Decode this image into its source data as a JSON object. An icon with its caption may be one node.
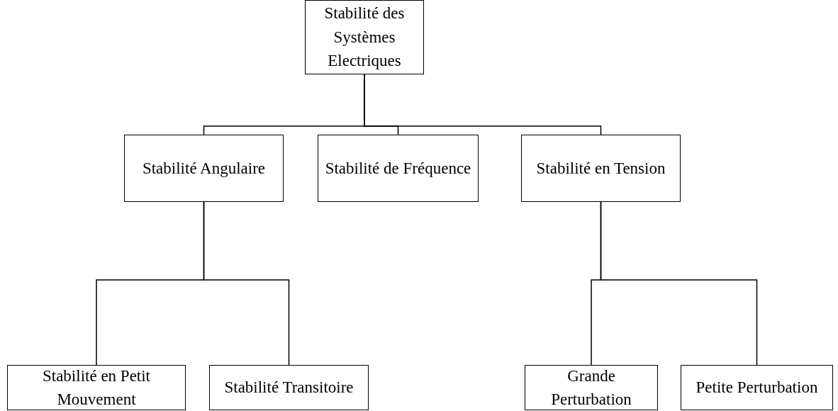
{
  "diagram": {
    "nodes": [
      {
        "text": [
          "Stabilité des Systèmes Electriques"
        ]
      },
      {
        "text": [
          "Stabilité Angulaire"
        ]
      },
      {
        "text": [
          "Stabilité de Fréquence"
        ]
      },
      {
        "text": [
          "Stabilité en Tension"
        ]
      },
      {
        "text": [
          "Stabilité en Petit Mouvement"
        ]
      },
      {
        "text": [
          "Stabilité Transitoire"
        ]
      },
      {
        "text": [
          "Grande Perturbation"
        ]
      },
      {
        "text": [
          "Petite Perturbation"
        ]
      }
    ],
    "edges": [
      {
        "from": 0,
        "to": 1,
        "arrow": "none"
      },
      {
        "from": 0,
        "to": 2,
        "arrow": "none"
      },
      {
        "from": 0,
        "to": 3,
        "arrow": "none"
      },
      {
        "from": 1,
        "to": 4,
        "arrow": "none"
      },
      {
        "from": 1,
        "to": 5,
        "arrow": "none"
      },
      {
        "from": 3,
        "to": 6,
        "arrow": "none"
      },
      {
        "from": 3,
        "to": 7,
        "arrow": "none"
      }
    ]
  }
}
